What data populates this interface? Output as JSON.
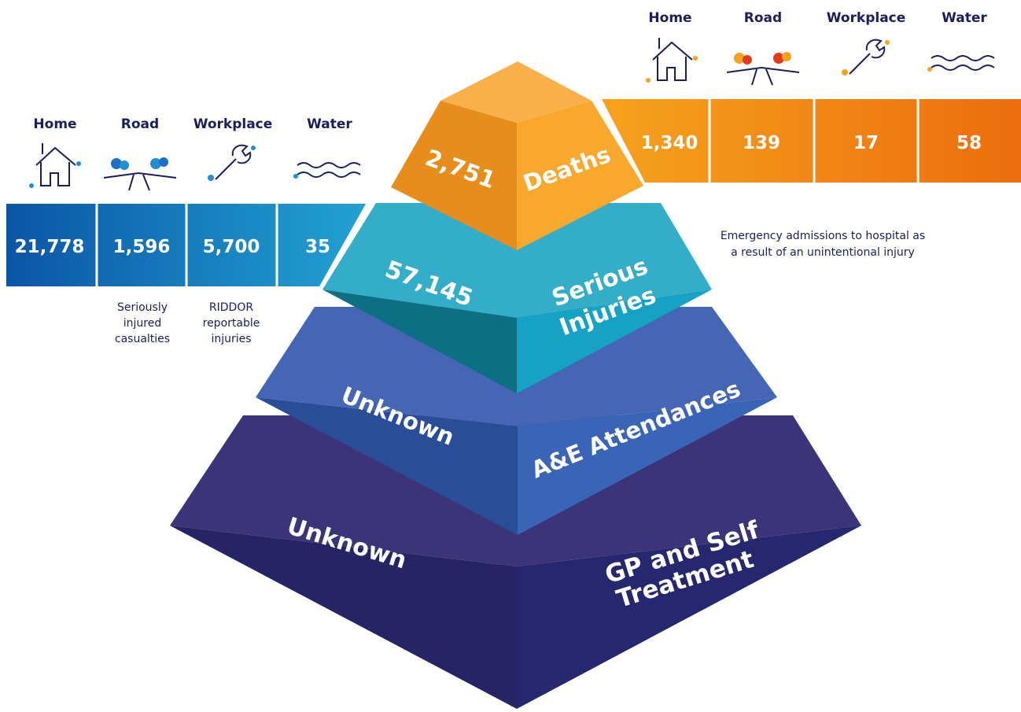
{
  "deaths": {
    "total": "2,751",
    "label": "Deaths",
    "categories": [
      {
        "name": "Home",
        "value": "1,340",
        "icon": "house-icon"
      },
      {
        "name": "Road",
        "value": "139",
        "icon": "road-icon"
      },
      {
        "name": "Workplace",
        "value": "17",
        "icon": "wrench-icon"
      },
      {
        "name": "Water",
        "value": "58",
        "icon": "waves-icon"
      }
    ],
    "colors": {
      "dark": "#e78f1c",
      "light": "#f7ad3d",
      "bar_start": "#f6a21e",
      "bar_end": "#ec6d0d"
    }
  },
  "serious_injuries": {
    "total": "57,145",
    "label_line1": "Serious",
    "label_line2": "Injuries",
    "note_line1": "Emergency admissions to hospital as",
    "note_line2": "a result of an unintentional injury",
    "categories": [
      {
        "name": "Home",
        "value": "21,778",
        "icon": "house-icon"
      },
      {
        "name": "Road",
        "value": "1,596",
        "icon": "road-icon"
      },
      {
        "name": "Workplace",
        "value": "5,700",
        "icon": "wrench-icon"
      },
      {
        "name": "Water",
        "value": "35",
        "icon": "waves-icon"
      }
    ],
    "road_note": [
      "Seriously",
      "injured",
      "casualties"
    ],
    "workplace_note": [
      "RIDDOR",
      "reportable",
      "injuries"
    ],
    "colors": {
      "dark": "#0d6f83",
      "light": "#149fc3",
      "bar_start": "#0b55a5",
      "bar_end": "#21a2d2"
    }
  },
  "ae_attendances": {
    "total": "Unknown",
    "label": "A&E Attendances",
    "colors": {
      "dark": "#2a4d98",
      "light": "#3b66b7"
    }
  },
  "gp_self_treatment": {
    "total": "Unknown",
    "label_line1": "GP and Self",
    "label_line2": "Treatment",
    "colors": {
      "dark": "#262465",
      "light": "#26266c"
    }
  }
}
